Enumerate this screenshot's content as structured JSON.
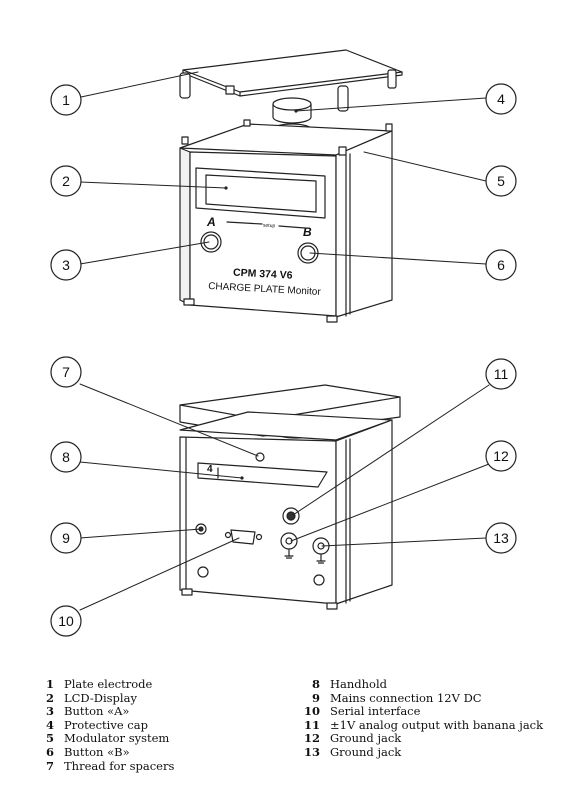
{
  "device": {
    "model_text": "CPM 374 V6",
    "brand_text": "CHARGE PLATE Monitor",
    "button_a_label": "A",
    "button_b_label": "B",
    "setup_label": "setup",
    "handhold_mark": "4"
  },
  "callouts": [
    "1",
    "2",
    "3",
    "4",
    "5",
    "6",
    "7",
    "8",
    "9",
    "10",
    "11",
    "12",
    "13"
  ],
  "legend": [
    {
      "num": "1",
      "text": "Plate electrode"
    },
    {
      "num": "2",
      "text": "LCD-Display"
    },
    {
      "num": "3",
      "text": "Button «A»"
    },
    {
      "num": "4",
      "text": "Protective cap"
    },
    {
      "num": "5",
      "text": "Modulator system"
    },
    {
      "num": "6",
      "text": "Button «B»"
    },
    {
      "num": "7",
      "text": "Thread for spacers"
    },
    {
      "num": "8",
      "text": "Handhold"
    },
    {
      "num": "9",
      "text": "Mains connection 12V DC"
    },
    {
      "num": "10",
      "text": "Serial interface"
    },
    {
      "num": "11",
      "text": "±1V analog output with banana jack"
    },
    {
      "num": "12",
      "text": "Ground jack"
    },
    {
      "num": "13",
      "text": "Ground jack"
    }
  ]
}
